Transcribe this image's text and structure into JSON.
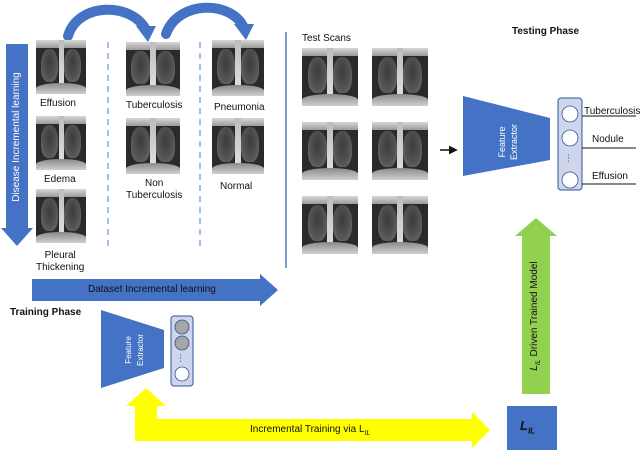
{
  "labels": {
    "effusion": "Effusion",
    "tuberculosis": "Tuberculosis",
    "pneumonia": "Pneumonia",
    "edema": "Edema",
    "non_tuberculosis": "Non\nTuberculosis",
    "normal": "Normal",
    "pleural_thickening": "Pleural\nThickening",
    "test_scans": "Test Scans",
    "testing_phase": "Testing Phase",
    "training_phase": "Training Phase",
    "dataset_incremental": "Dataset Incremental learning",
    "disease_incremental": "Disease  Incremental learning",
    "incremental_training": "Incremental Training via L",
    "incremental_training_sub": "IL",
    "lil_box": "L",
    "lil_box_sub": "IL",
    "driven_model": "Driven Trained Model",
    "driven_model_l": "L",
    "driven_model_sub": "IL",
    "feature_extractor_test": "Feature\nExtractor",
    "feature_extractor_train": "Feature\nExtractor",
    "out_tuberculosis": "Tuberculosis",
    "out_nodule": "Nodule",
    "out_effusion": "Effusion",
    "ellipsis": "…"
  },
  "colors": {
    "blue": "#4472c4",
    "blue_dark": "#2e5597",
    "yellow": "#ffff00",
    "green": "#92d050",
    "panel_gray": "#cfd5ea",
    "node_gray": "#a6a6a6"
  }
}
